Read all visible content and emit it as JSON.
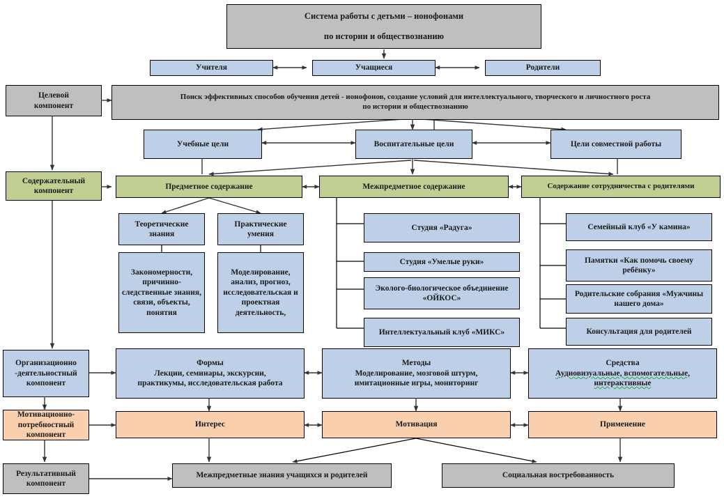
{
  "diagram": {
    "title_line1": "Система работы с детьми – ионофонами",
    "title_line2": "по истории и обществознанию",
    "actors": {
      "teachers": "Учителя",
      "students": "Учащиеся",
      "parents": "Родители"
    },
    "components": {
      "target_l1": "Целевой",
      "target_l2": "компонент",
      "content_l1": "Содержательный",
      "content_l2": "компонент",
      "org_l1": "Организационно",
      "org_l2": "-деятельностный",
      "org_l3": "компонент",
      "motiv_l1": "Мотивационно-",
      "motiv_l2": "потребностный",
      "motiv_l3": "компонент",
      "result_l1": "Результативный",
      "result_l2": "компонент"
    },
    "goal_statement_l1": "Поиск эффективных способов обучения детей - ионофонов, создание условий для интеллектуального, творческого и личностного роста",
    "goal_statement_l2": "по истории и обществознанию",
    "goals": {
      "educational": "Учебные цели",
      "upbringing": "Воспитательные цели",
      "joint": "Цели совместной работы"
    },
    "content_blocks": {
      "subject": "Предметное содержание",
      "interdisciplinary": "Межпредметное содержание",
      "parents_cooperation": "Содержание сотрудничества с родителями"
    },
    "subject_children": {
      "theory_l1": "Теоретические",
      "theory_l2": "знания",
      "practice_l1": "Практические",
      "practice_l2": "умения",
      "theory_detail": "Закономерности, причинно-следственные знания, связи, объекты, понятия",
      "practice_detail": "Моделирование, анализ, прогноз, исследовательская и проектная деятельность,"
    },
    "interdisciplinary_items": [
      "Студия «Радуга»",
      "Студия «Умелые руки»",
      "Эколого-биологическое объединение «ОЙКОС»",
      "Интеллектуальный клуб «МИКС»"
    ],
    "parents_items": [
      "Семейный клуб «У камина»",
      "Памятки «Как помочь своему ребёнку»",
      "Родительские собрания «Мужчины нашего дома»",
      "Консультация для родителей"
    ],
    "activity_row": {
      "forms_title": "Формы",
      "forms_body_l1": "Лекции, семинары, экскурсии,",
      "forms_body_l2": "практикумы, исследовательская работа",
      "methods_title": "Методы",
      "methods_body_l1": "Моделирование, мозговой штурм,",
      "methods_body_l2": "имитационные игры, мониторинг",
      "means_title": "Средства",
      "means_body_l1": "Аудиовизуальные, вспомогательные,",
      "means_body_l2": "интерактивные"
    },
    "motivation_row": {
      "interest": "Интерес",
      "motivation": "Мотивация",
      "application": "Применение"
    },
    "results_row": {
      "knowledge": "Межпредметные знания учащихся и родителей",
      "social": "Социальная востребованность"
    },
    "colors": {
      "gray": "#bfbfbf",
      "blue": "#bdd0e8",
      "green": "#c2cf92",
      "peach": "#f9cfae",
      "border": "#000000",
      "connector": "#333333",
      "spellcheck_underline": "#2aa34a"
    }
  }
}
